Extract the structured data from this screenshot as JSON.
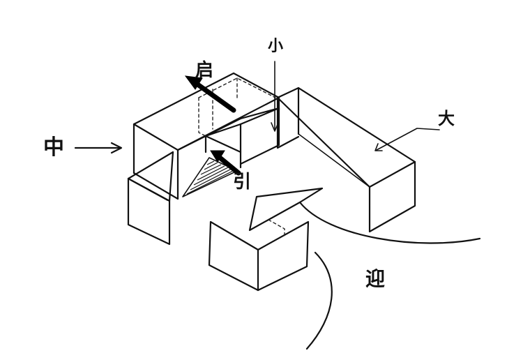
{
  "labels": {
    "zhong": "中",
    "qi": "启",
    "xiao": "小",
    "da": "大",
    "yin": "引",
    "ying": "迎"
  },
  "colors": {
    "ink": "#111111",
    "paper": "#ffffff"
  }
}
